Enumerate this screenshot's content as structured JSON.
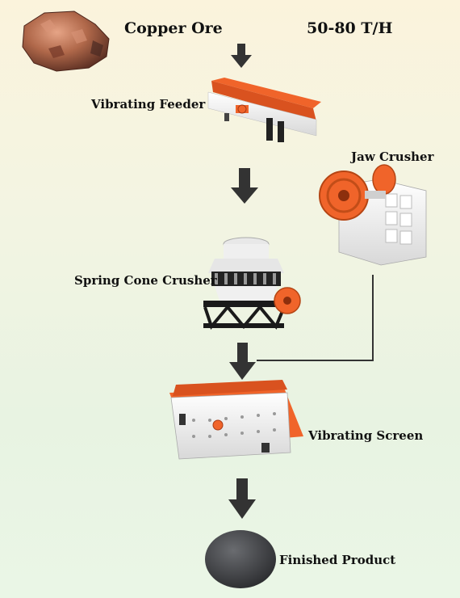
{
  "header": {
    "material": "Copper Ore",
    "capacity": "50-80 T/H"
  },
  "equipment": {
    "feeder": "Vibrating Feeder",
    "jaw_crusher": "Jaw Crusher",
    "cone_crusher": "Spring Cone Crusher",
    "screen": "Vibrating Screen",
    "product": "Finished Product"
  },
  "colors": {
    "machine_orange": "#f0642a",
    "machine_white": "#f2f2f2",
    "arrow": "#333333",
    "ore": "#b06a4c"
  }
}
